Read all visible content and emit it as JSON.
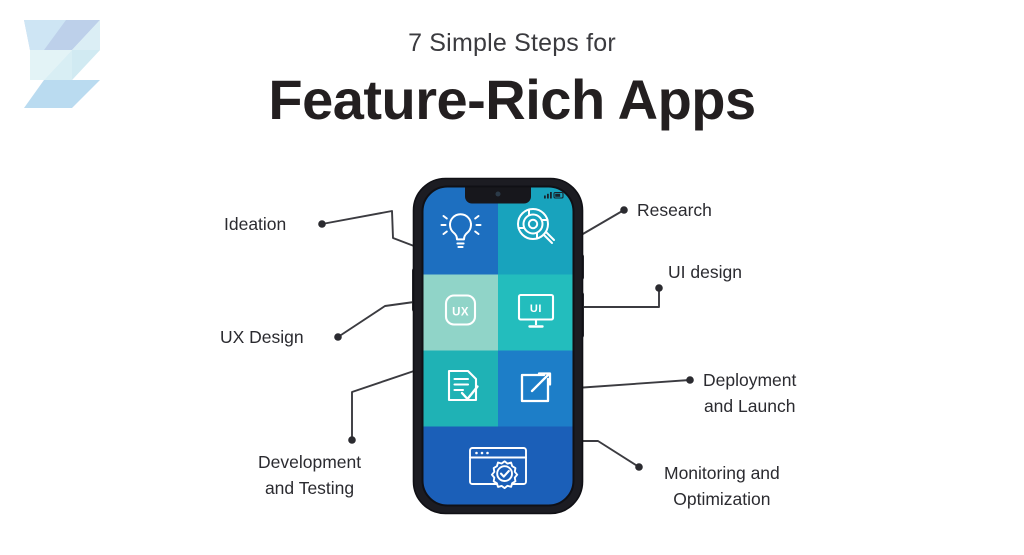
{
  "brand": {
    "logo_icon": "chevron-s-logo",
    "logo_colors": [
      "#b9cde9",
      "#cfe6f4",
      "#dff0f3",
      "#b6d9ef",
      "#c9e4f2"
    ]
  },
  "header": {
    "eyebrow": "7 Simple Steps for",
    "headline": "Feature-Rich Apps",
    "eyebrow_color": "#3b3b3f",
    "headline_color": "#231f20"
  },
  "phone": {
    "frame_color": "#1c1c22",
    "notch_color": "#17171c",
    "camera_icon": "front-camera-dot",
    "status_icon": "signal-battery-indicator",
    "tiles": [
      {
        "id": "ideation",
        "label": "Ideation",
        "icon": "lightbulb-icon",
        "color": "#1d6fc0",
        "position": "top-left"
      },
      {
        "id": "research",
        "label": "Research",
        "icon": "magnifier-target-icon",
        "color": "#18a3bd",
        "position": "top-right"
      },
      {
        "id": "ux-design",
        "label": "UX Design",
        "icon": "ux-badge-icon",
        "icon_text": "UX",
        "color": "#90d4c8",
        "position": "middle-left"
      },
      {
        "id": "ui-design",
        "label": "UI design",
        "icon": "monitor-ui-icon",
        "icon_text": "UI",
        "color": "#23bdbd",
        "position": "middle-right"
      },
      {
        "id": "development",
        "label": "Development and Testing",
        "icon": "checklist-document-icon",
        "color": "#1fb2b5",
        "position": "lower-left"
      },
      {
        "id": "deployment",
        "label": "Deployment and Launch",
        "icon": "external-launch-icon",
        "color": "#1d7ec8",
        "position": "lower-right"
      },
      {
        "id": "monitoring",
        "label": "Monitoring and Optimization",
        "icon": "browser-gear-icon",
        "color": "#1b5fb8",
        "position": "bottom-full"
      }
    ]
  },
  "callouts": {
    "ideation": {
      "line1": "Ideation"
    },
    "ux_design": {
      "line1": "UX Design"
    },
    "development": {
      "line1": "Development",
      "line2": "and Testing"
    },
    "research": {
      "line1": "Research"
    },
    "ui_design": {
      "line1": "UI design"
    },
    "deployment": {
      "line1": "Deployment",
      "line2": "and Launch"
    },
    "monitoring": {
      "line1": "Monitoring and",
      "line2": "Optimization"
    },
    "line_color": "#3b3b40",
    "dot_color": "#2b2b30"
  }
}
